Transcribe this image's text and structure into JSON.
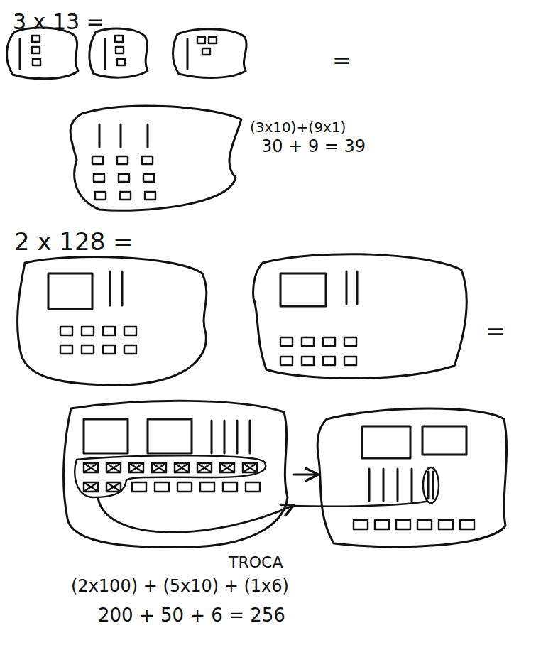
{
  "diagram": {
    "labels": [
      "3 x 13 =",
      "=",
      "(3x10)+(9x1)",
      "30 + 9 = 39",
      "2 x 128 =",
      "=",
      "TROCA",
      "(2x100) + (5x10) + (1x6)",
      "200 + 50 + 6 = 256"
    ]
  }
}
